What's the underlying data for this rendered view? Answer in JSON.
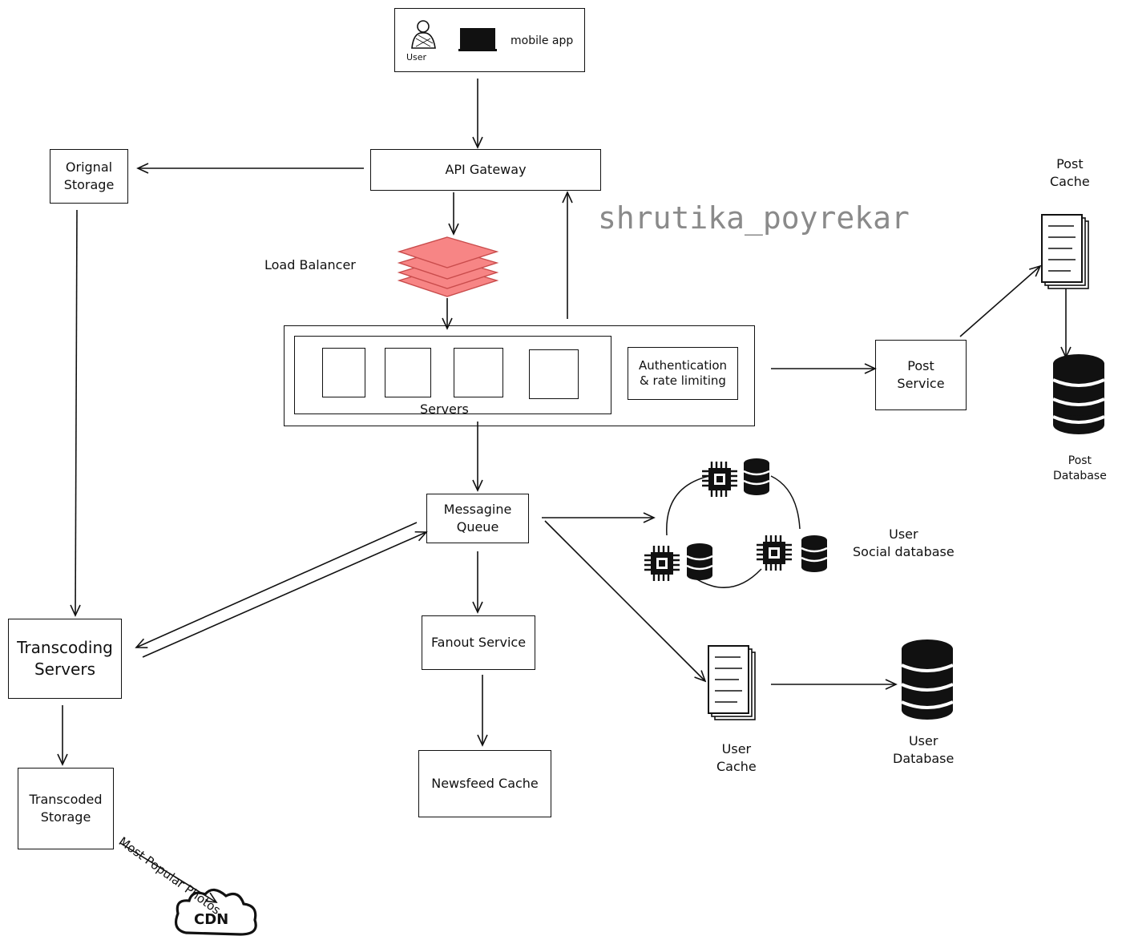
{
  "client": {
    "user_label": "User",
    "app_label": "mobile app"
  },
  "api_gateway": {
    "label": "API Gateway"
  },
  "original_storage": {
    "label": "Orignal\nStorage"
  },
  "load_balancer": {
    "label": "Load Balancer",
    "color": "#f78585"
  },
  "watermark": {
    "text": "shrutika_poyrekar"
  },
  "servers": {
    "label": "Servers",
    "auth_label": "Authentication\n& rate limiting"
  },
  "post_service": {
    "label": "Post\nService"
  },
  "post_cache": {
    "label": "Post\nCache"
  },
  "post_database": {
    "label": "Post\nDatabase"
  },
  "messaging_queue": {
    "label": "Messagine\nQueue"
  },
  "user_social_db": {
    "label": "User\nSocial database"
  },
  "transcoding_servers": {
    "label": "Transcoding\nServers"
  },
  "fanout_service": {
    "label": "Fanout Service"
  },
  "newsfeed_cache": {
    "label": "Newsfeed Cache"
  },
  "user_cache": {
    "label": "User\nCache"
  },
  "user_database": {
    "label": "User\nDatabase"
  },
  "transcoded_storage": {
    "label": "Transcoded\nStorage"
  },
  "cdn": {
    "label": "CDN",
    "edge_label": "Most Popular Photos"
  }
}
